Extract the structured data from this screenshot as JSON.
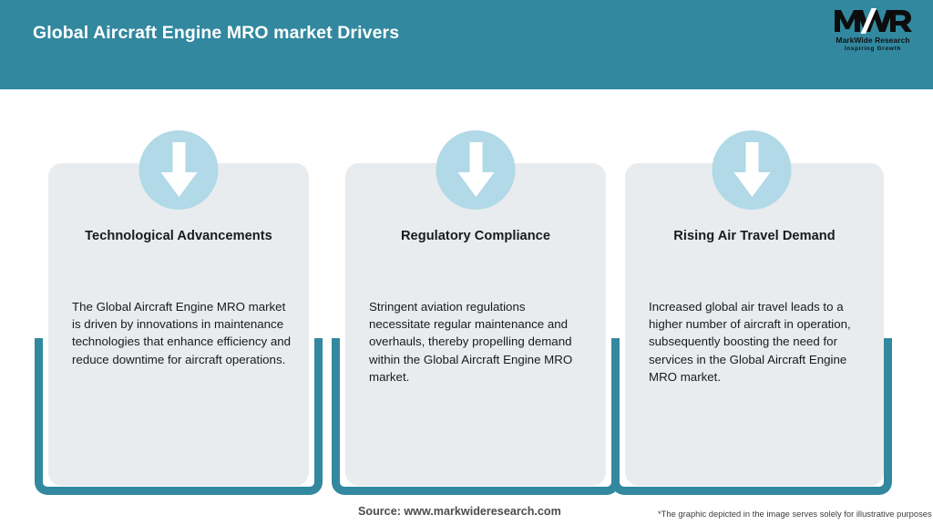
{
  "header": {
    "title": "Global Aircraft Engine MRO market Drivers",
    "background_color": "#32889f",
    "title_color": "#ffffff"
  },
  "logo": {
    "mark": "MWR",
    "name": "MarkWide Research",
    "tagline": "Inspiring Growth"
  },
  "theme": {
    "accent_teal": "#32889f",
    "card_background": "#e8ecee",
    "badge_blue": "#b1d9e7",
    "arrow_color": "#ffffff"
  },
  "cards": [
    {
      "icon": "down-arrow-icon",
      "title": "Technological Advancements",
      "body": "The Global Aircraft Engine MRO market is driven by innovations in maintenance technologies that enhance efficiency and reduce downtime for aircraft operations."
    },
    {
      "icon": "down-arrow-icon",
      "title": "Regulatory Compliance",
      "body": "Stringent aviation regulations necessitate regular maintenance and overhauls, thereby propelling demand within the Global Aircraft Engine MRO market."
    },
    {
      "icon": "down-arrow-icon",
      "title": "Rising Air Travel Demand",
      "body": "Increased global air travel leads to a higher number of aircraft in operation, subsequently boosting the need for services in the Global Aircraft Engine MRO market."
    }
  ],
  "footer": {
    "source": "Source: www.markwideresearch.com",
    "disclaimer": "*The graphic depicted in the image serves solely for illustrative purposes"
  }
}
